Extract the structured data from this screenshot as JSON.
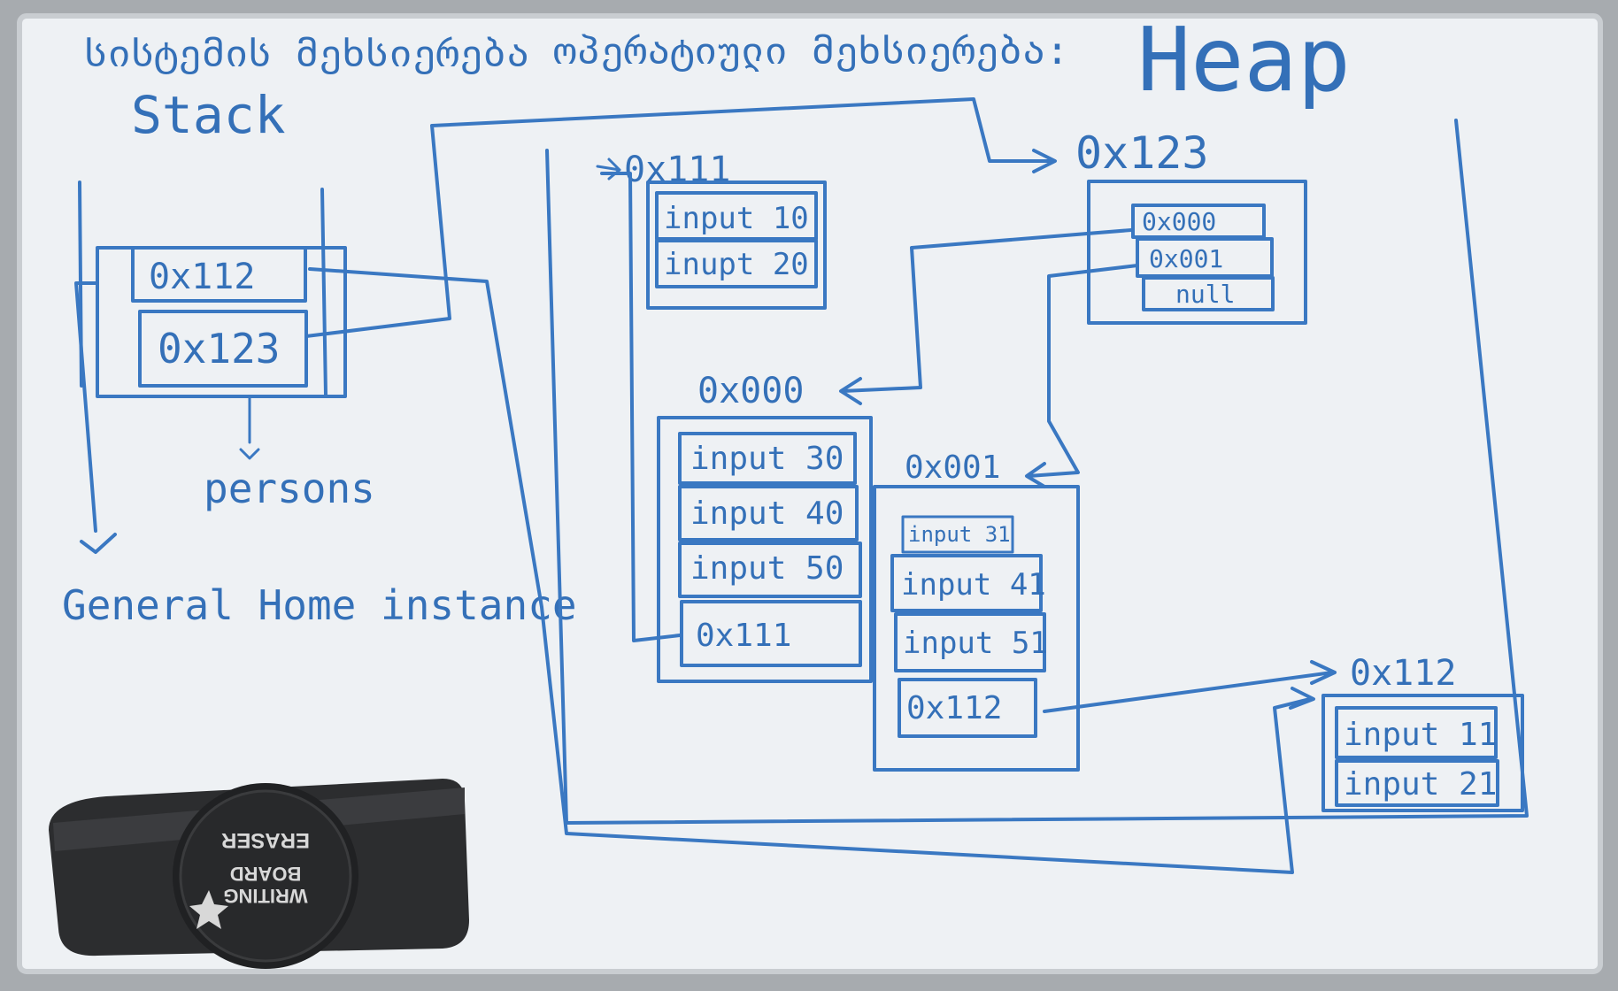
{
  "header": {
    "georgian_left": "სისტემის მეხსიერება",
    "georgian_mid": "ოპერატიული მეხსიერება:",
    "heap": "Heap"
  },
  "stack": {
    "title": "Stack",
    "slot_1": "0x112",
    "slot_2": "0x123",
    "persons_label": "persons",
    "general_home_label": "General Home instance"
  },
  "heap": {
    "addr_0x111": "0x111",
    "block_0x111": [
      "input 10",
      "inupt 20"
    ],
    "addr_0x123": "0x123",
    "block_0x123": [
      "0x000",
      "0x001",
      "null"
    ],
    "addr_0x000": "0x000",
    "block_0x000": [
      "input 30",
      "input 40",
      "input 50",
      "0x111"
    ],
    "addr_0x001": "0x001",
    "block_0x001": [
      "input 31",
      "input 41",
      "input 51",
      "0x112"
    ],
    "addr_0x112": "0x112",
    "block_0x112": [
      "input 11",
      "input 21"
    ]
  },
  "eraser": {
    "line_1": "WRITING",
    "line_2": "BOARD",
    "line_3": "ERASER"
  },
  "colors": {
    "marker_blue": "#3a78c2",
    "board_white": "#eef1f4",
    "frame_gray": "#9a9ea2"
  }
}
